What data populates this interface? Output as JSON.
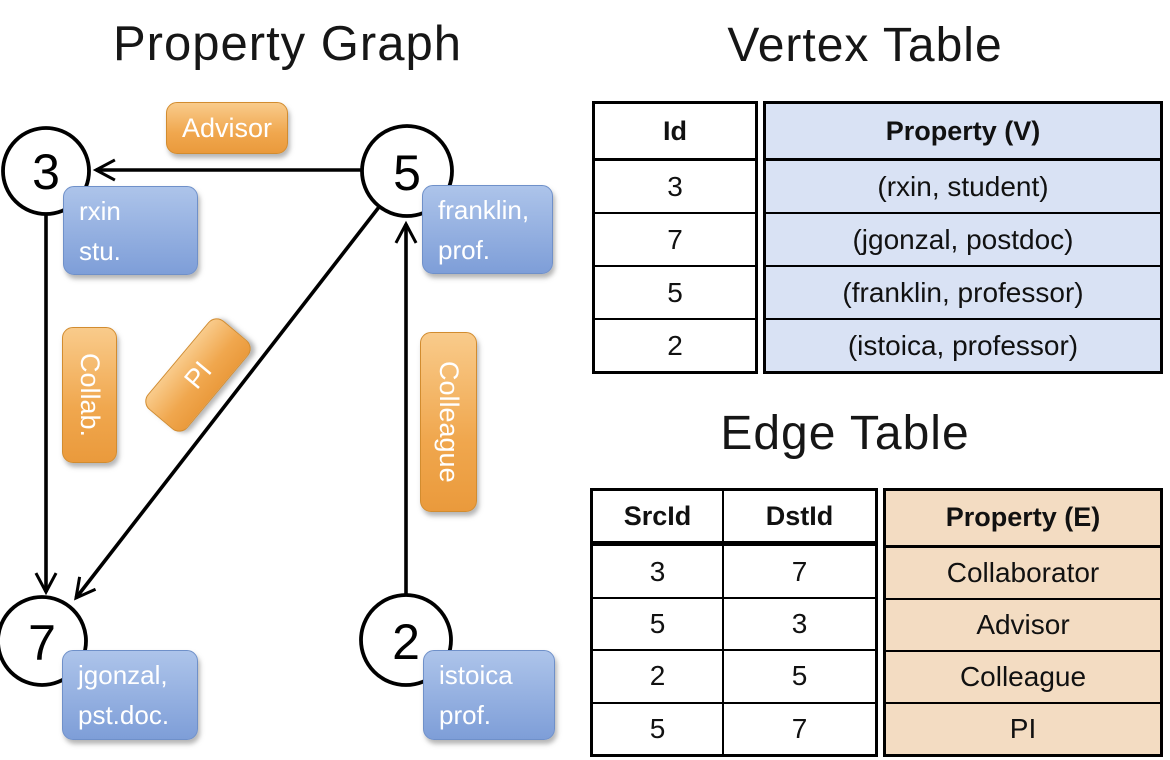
{
  "graph": {
    "title": "Property Graph",
    "nodes": [
      {
        "id": "3",
        "lines": [
          "rxin",
          "stu."
        ]
      },
      {
        "id": "5",
        "lines": [
          "franklin,",
          "prof."
        ]
      },
      {
        "id": "7",
        "lines": [
          "jgonzal,",
          "pst.doc."
        ]
      },
      {
        "id": "2",
        "lines": [
          "istoica",
          "prof."
        ]
      }
    ],
    "edge_labels": {
      "advisor": "Advisor",
      "collab": "Collab.",
      "pi": "PI",
      "colleague": "Colleague"
    }
  },
  "vertex_table": {
    "title": "Vertex Table",
    "columns": [
      "Id",
      "Property (V)"
    ],
    "rows": [
      [
        "3",
        "(rxin, student)"
      ],
      [
        "7",
        "(jgonzal, postdoc)"
      ],
      [
        "5",
        "(franklin, professor)"
      ],
      [
        "2",
        "(istoica, professor)"
      ]
    ]
  },
  "edge_table": {
    "title": "Edge Table",
    "columns": [
      "SrcId",
      "DstId",
      "Property (E)"
    ],
    "rows": [
      [
        "3",
        "7",
        "Collaborator"
      ],
      [
        "5",
        "3",
        "Advisor"
      ],
      [
        "2",
        "5",
        "Colleague"
      ],
      [
        "5",
        "7",
        "PI"
      ]
    ]
  },
  "colors": {
    "orange_light": "#f9cb8b",
    "orange_dark": "#ea9a3c",
    "orange_border": "#d28c2f",
    "blue_light": "#adc4ea",
    "blue_dark": "#7e9ed8",
    "blue_border": "#6f90c9",
    "table_blue": "#d9e2f4",
    "table_tan": "#f3dcc2",
    "edge_stroke": "#000000"
  }
}
